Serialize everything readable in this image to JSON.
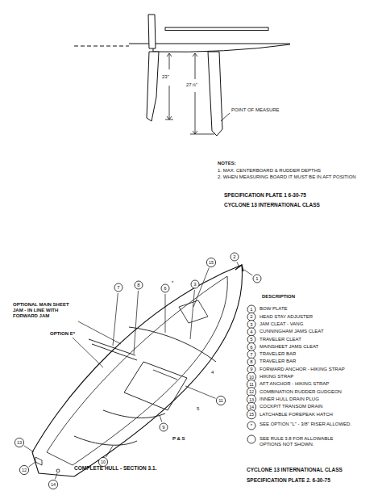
{
  "diagram": {
    "labels": [
      "23\"",
      "27⅞\"",
      "POINT OF MEASURE",
      "NOTES:",
      "1. MAX. CENTERBOARD & RUDDER DEPTHS",
      "2. WHEN MEASURING BOARD IT MUST BE IN AFT POSITION",
      "SPECIFICATION PLATE 1 6-30-75",
      "CYCLONE 13 INTERNATIONAL CLASS",
      "OPTIONAL MAIN SHEET JAM - IN LINE WITH FORWARD JAM",
      "OPTION E*",
      "1",
      "2",
      "7",
      "8",
      "6",
      "*",
      "3",
      "4",
      "5",
      "11",
      "9",
      "P & S",
      "10",
      "12",
      "14",
      "13",
      "15",
      "COMPLETE HULL - SECTION 3.1.",
      "DESCRIPTION",
      "1",
      "BOW PLATE",
      "2",
      "HEAD STAY ADJUSTER",
      "3",
      "JAM CLEAT - VANG",
      "4",
      "CUNNINGHAM JAMS CLEAT",
      "5",
      "TRAVELER CLEAT",
      "6",
      "MAINSHEET JAMS CLEAT",
      "7",
      "TRAVELER BAR",
      "8",
      "TRAVELER BAR",
      "9",
      "FORWARD ANCHOR - HIKING STRAP",
      "10",
      "HIKING STRAP",
      "11",
      "AFT ANCHOR - HIKING STRAP",
      "12",
      "COMBINATION RUDDER GUDGEON",
      "13",
      "INNER HULL DRAIN PLUG",
      "14",
      "COCKPIT TRANSOM DRAIN",
      "15",
      "LATCHABLE FOREPEAK HATCH",
      "*",
      "SEE OPTION \"L\" - 3/8\" RISER ALLOWED.",
      "SEE RULE 3.8 FOR ALLOWABLE OPTIONS NOT SHOWN.",
      "CYCLONE 13 INTERNATIONAL CLASS",
      "SPECIFICATION PLATE 2. 6-30-75"
    ]
  }
}
